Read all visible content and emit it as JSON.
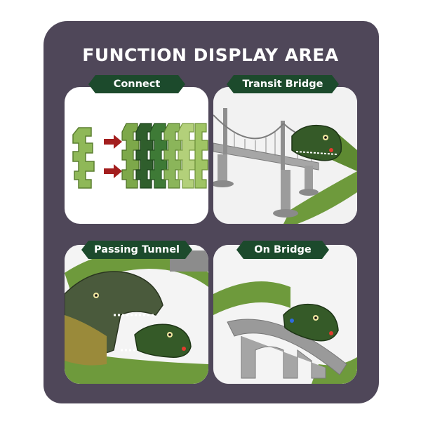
{
  "header": {
    "title": "FUNCTION DISPLAY AREA"
  },
  "panels": [
    {
      "label": "Connect"
    },
    {
      "label": "Transit Bridge"
    },
    {
      "label": "Passing Tunnel"
    },
    {
      "label": "On Bridge"
    }
  ],
  "colors": {
    "board": "#4f4759",
    "label_bg": "#1c4a2c",
    "track_green": "#6e9a3c",
    "track_light": "#a8c86a",
    "bridge_grey": "#9a9a9a",
    "arrow_red": "#a31e1e"
  }
}
